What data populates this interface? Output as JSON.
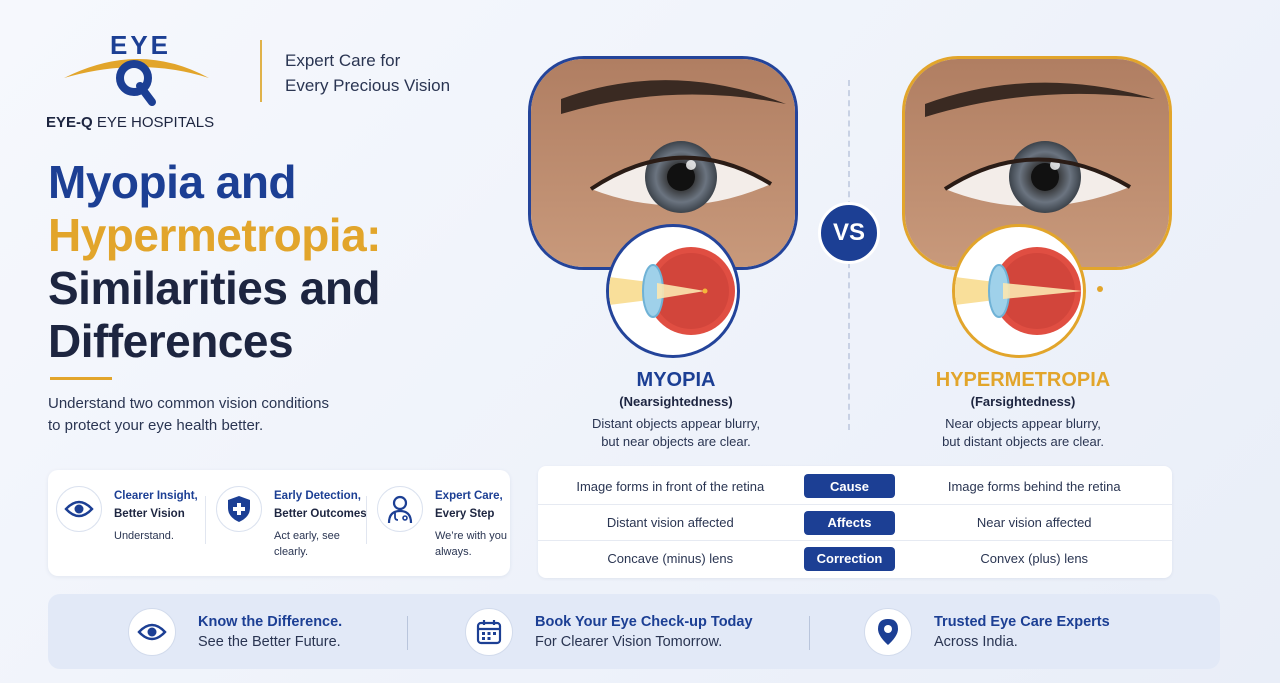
{
  "brand": {
    "logo_top": "EYE",
    "logo_letter": "Q",
    "name_bold": "EYE-Q",
    "name_rest": "EYE HOSPITALS",
    "tagline_line1": "Expert Care for",
    "tagline_line2": "Every Precious Vision"
  },
  "headline": {
    "line1": "Myopia and",
    "line2": "Hypermetropia:",
    "line3": "Similarities and",
    "line4": "Differences"
  },
  "intro": {
    "line1": "Understand two common vision conditions",
    "line2": "to protect your eye health better."
  },
  "benefits": [
    {
      "title1": "Clearer Insight,",
      "title2": "Better Vision",
      "text": "Understand.",
      "icon": "eye-icon"
    },
    {
      "title1": "Early Detection,",
      "title2": "Better Outcomes",
      "text": "Act early, see clearly.",
      "icon": "shield-plus-icon"
    },
    {
      "title1": "Expert Care,",
      "title2": "Every Step",
      "text": "We’re with you always.",
      "icon": "doctor-icon"
    }
  ],
  "vs_label": "VS",
  "conditions": {
    "left": {
      "name": "MYOPIA",
      "subtitle": "(Nearsightedness)",
      "desc_line1": "Distant objects appear blurry,",
      "desc_line2": "but near objects are clear."
    },
    "right": {
      "name": "HYPERMETROPIA",
      "subtitle": "(Farsightedness)",
      "desc_line1": "Near objects appear blurry,",
      "desc_line2": "but distant objects are clear."
    }
  },
  "comparison": [
    {
      "left": "Image forms in front of the retina",
      "label": "Cause",
      "right": "Image forms behind the retina"
    },
    {
      "left": "Distant vision affected",
      "label": "Affects",
      "right": "Near vision affected"
    },
    {
      "left": "Concave (minus) lens",
      "label": "Correction",
      "right": "Convex (plus) lens"
    }
  ],
  "footer": [
    {
      "line1": "Know the Difference.",
      "line2": "See the Better Future.",
      "icon": "eye-icon"
    },
    {
      "line1": "Book Your Eye Check-up Today",
      "line2": "For Clearer Vision Tomorrow.",
      "icon": "calendar-icon"
    },
    {
      "line1": "Trusted Eye Care Experts",
      "line2": "Across India.",
      "icon": "location-pin-icon"
    }
  ],
  "colors": {
    "navy": "#1c3f94",
    "gold": "#e2a52b",
    "text": "#1d2540",
    "background": "#f2f5fb"
  }
}
